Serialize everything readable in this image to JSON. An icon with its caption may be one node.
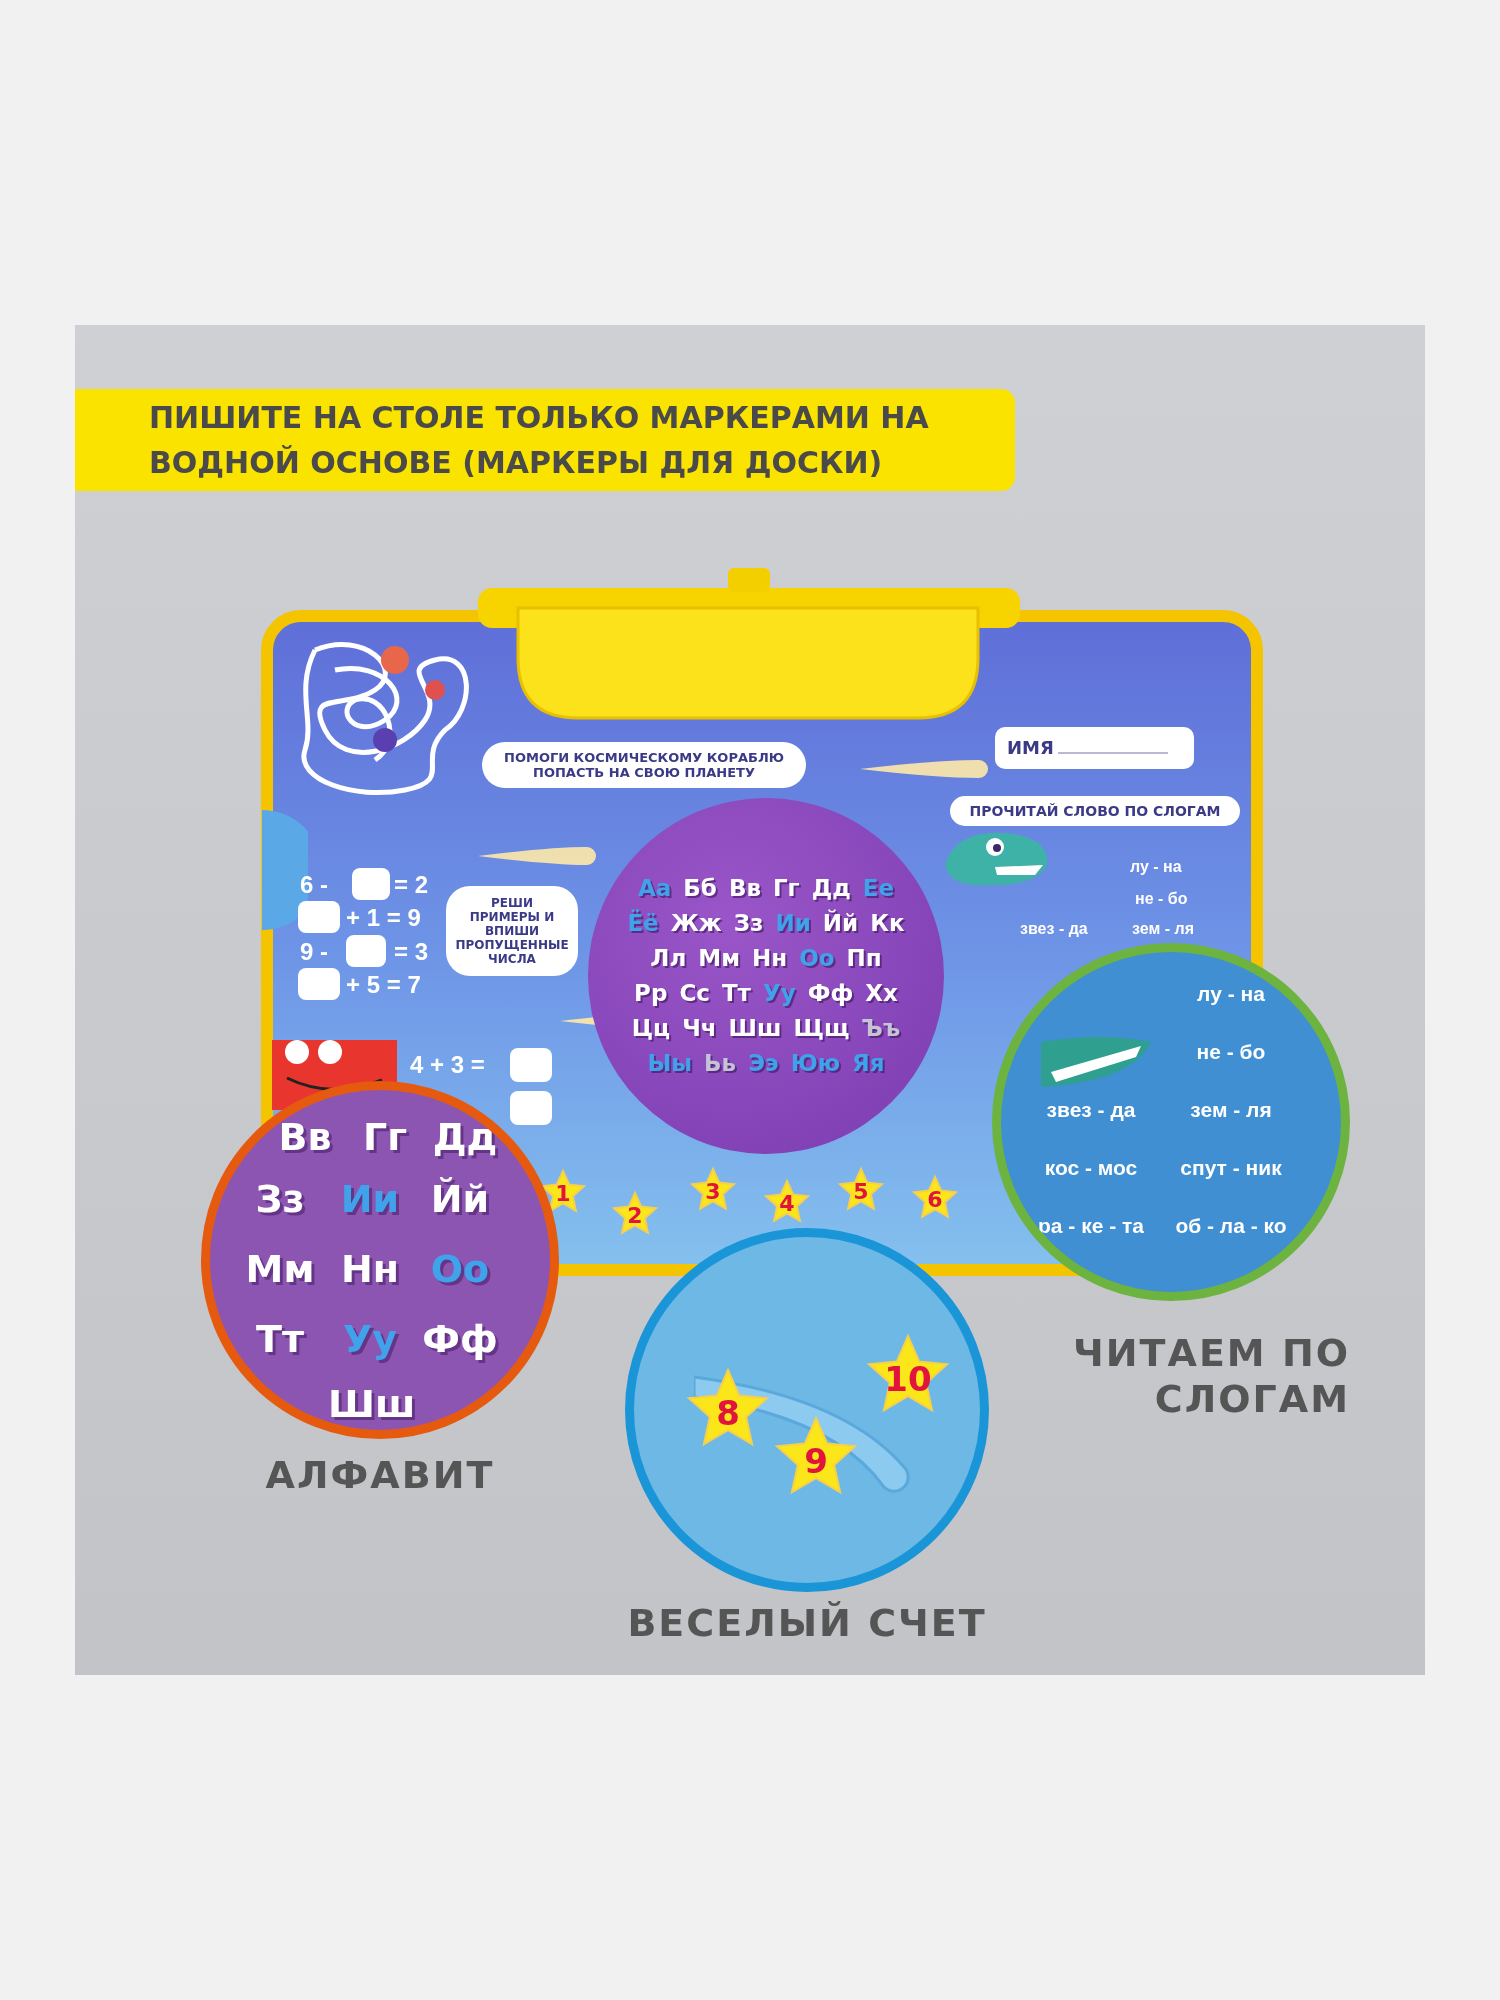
{
  "diagram": {
    "title": "ПИШИТЕ НА СТОЛЕ ТОЛЬКО МАРКЕРАМИ НА ВОДНОЙ ОСНОВЕ (МАРКЕРЫ ДЛЯ ДОСКИ)",
    "nodes": [
      {
        "text": [
          "ПОМОГИ КОСМИЧЕСКОМУ КОРАБЛЮ ПОПАСТЬ НА СВОЮ ПЛАНЕТУ"
        ]
      },
      {
        "text": [
          "ИМЯ"
        ]
      },
      {
        "text": [
          "ПРОЧИТАЙ СЛОВО ПО СЛОГАМ"
        ]
      },
      {
        "text": [
          "Аа",
          "Бб",
          "Вв",
          "Гг",
          "Дд",
          "Ее",
          "Ёё",
          "Жж",
          "Зз",
          "Ии",
          "Йй",
          "Кк",
          "Лл",
          "Мм",
          "Нн",
          "Оо",
          "Пп",
          "Рр",
          "Сс",
          "Тт",
          "Уу",
          "Фф",
          "Хх",
          "Цц",
          "Чч",
          "Шш",
          "Щщ",
          "Ъъ",
          "Ыы",
          "Ьь",
          "Ээ",
          "Юю",
          "Яя"
        ]
      },
      {
        "text": [
          "РЕШИ ПРИМЕРЫ И ВПИШИ ПРОПУЩЕННЫЕ ЧИСЛА"
        ]
      },
      {
        "text": [
          "1"
        ]
      },
      {
        "text": [
          "2"
        ]
      },
      {
        "text": [
          "3"
        ]
      },
      {
        "text": [
          "4"
        ]
      },
      {
        "text": [
          "5"
        ]
      },
      {
        "text": [
          "6"
        ]
      },
      {
        "text": [
          "лу - на",
          "не - бо",
          "звез - да",
          "зем - ля",
          "кос - мос",
          "спут - ник",
          "ра - ке - та",
          "об - ла - ко"
        ]
      },
      {
        "text": [
          "Вв",
          "Гг",
          "Дд",
          "Зз",
          "Ии",
          "Йй",
          "Мм",
          "Нн",
          "Оо",
          "Тт",
          "Уу",
          "Фф",
          "Шш"
        ]
      },
      {
        "text": [],
        "shape": "circle"
      },
      {
        "text": [
          "8"
        ],
        "in": 13
      },
      {
        "text": [
          "9"
        ],
        "in": 13
      },
      {
        "text": [
          "10"
        ],
        "in": 13
      }
    ],
    "labels": [
      "лу - на",
      "не - бо",
      "звез - да",
      "зем - ля",
      "6 -",
      "= 2",
      "+ 1 = 9",
      "9 -",
      "= 3",
      "+ 5 = 7",
      "4 + 3 =",
      "ЧИТАЕМ ПО СЛОГАМ",
      "АЛФАВИТ",
      "ВЕСЕЛЫЙ СЧЕТ"
    ]
  }
}
